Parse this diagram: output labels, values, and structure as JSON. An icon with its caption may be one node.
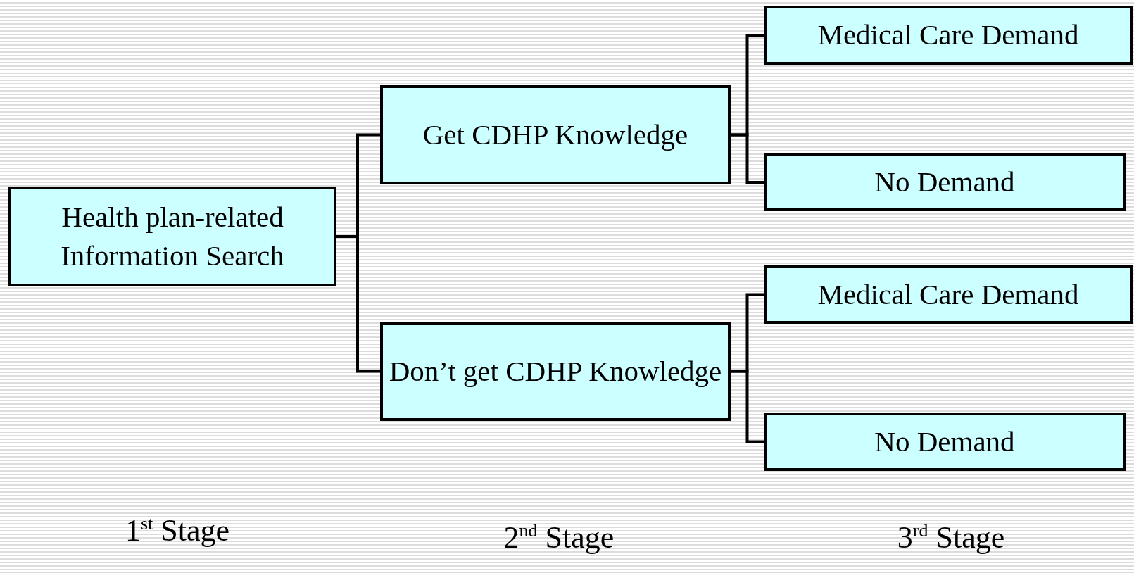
{
  "diagram": {
    "nodes": [
      {
        "text": [
          "Health plan-related Information Search"
        ]
      },
      {
        "text": [
          "Get CDHP Knowledge"
        ]
      },
      {
        "text": [
          "Don’t get CDHP Knowledge"
        ]
      },
      {
        "text": [
          "Medical Care Demand"
        ]
      },
      {
        "text": [
          "No Demand"
        ]
      },
      {
        "text": [
          "Medical Care Demand"
        ]
      },
      {
        "text": [
          "No Demand"
        ]
      }
    ],
    "edges": [
      {
        "from": 0,
        "to": 1,
        "arrow": "none"
      },
      {
        "from": 0,
        "to": 2,
        "arrow": "none"
      },
      {
        "from": 1,
        "to": 3,
        "arrow": "none"
      },
      {
        "from": 1,
        "to": 4,
        "arrow": "none"
      },
      {
        "from": 2,
        "to": 5,
        "arrow": "none"
      },
      {
        "from": 2,
        "to": 6,
        "arrow": "none"
      }
    ],
    "labels": [
      "1$^{st}$ Stage",
      "2$^{nd}$ Stage",
      "3$^{rd}$ Stage"
    ]
  }
}
